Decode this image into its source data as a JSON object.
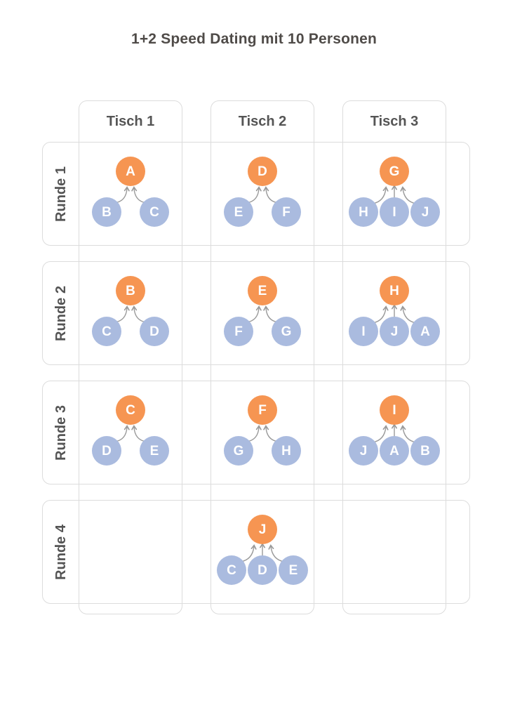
{
  "title": "1+2 Speed Dating mit 10 Personen",
  "columns": [
    "Tisch 1",
    "Tisch 2",
    "Tisch 3"
  ],
  "rows": [
    "Runde 1",
    "Runde 2",
    "Runde 3",
    "Runde 4"
  ],
  "colors": {
    "host_fill": "#F69552",
    "guest_fill": "#AABBDF",
    "circle_letter": "#FFFFFF",
    "arrow": "#999999",
    "box_border": "#DCDCDC",
    "label_text": "#555555",
    "title_text": "#4F4B48"
  },
  "cells": [
    [
      {
        "host": "A",
        "guests": [
          "B",
          "C"
        ]
      },
      {
        "host": "D",
        "guests": [
          "E",
          "F"
        ]
      },
      {
        "host": "G",
        "guests": [
          "H",
          "I",
          "J"
        ]
      }
    ],
    [
      {
        "host": "B",
        "guests": [
          "C",
          "D"
        ]
      },
      {
        "host": "E",
        "guests": [
          "F",
          "G"
        ]
      },
      {
        "host": "H",
        "guests": [
          "I",
          "J",
          "A"
        ]
      }
    ],
    [
      {
        "host": "C",
        "guests": [
          "D",
          "E"
        ]
      },
      {
        "host": "F",
        "guests": [
          "G",
          "H"
        ]
      },
      {
        "host": "I",
        "guests": [
          "J",
          "A",
          "B"
        ]
      }
    ],
    [
      null,
      {
        "host": "J",
        "guests": [
          "C",
          "D",
          "E"
        ]
      },
      null
    ]
  ]
}
